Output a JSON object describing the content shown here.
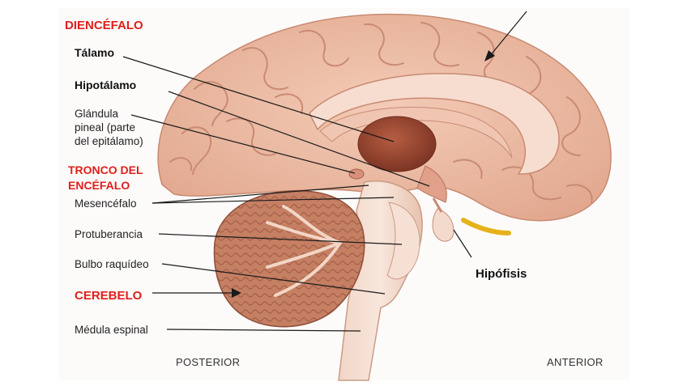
{
  "labels": {
    "diencefalo": "DIENCÉFALO",
    "talamo": "Tálamo",
    "hipotalamo": "Hipotálamo",
    "glandula_pineal": [
      "Glándula",
      "pineal (parte",
      "del epitálamo)"
    ],
    "tronco": [
      "TRONCO DEL",
      "ENCÉFALO"
    ],
    "mesencefalo": "Mesencéfalo",
    "protuberancia": "Protuberancia",
    "bulbo": "Bulbo raquídeo",
    "cerebelo": "CEREBELO",
    "medula": "Médula espinal",
    "hipofisis": "Hipófisis",
    "posterior": "POSTERIOR",
    "anterior": "ANTERIOR"
  },
  "colors": {
    "category_text": "#e0201b",
    "label_text": "#111111",
    "cortex": "#eab9a2",
    "cortex_shadow": "#c98a72",
    "thalamus": "#9a4a34",
    "cerebellum": "#b7735a",
    "callosum": "#f7ddd0",
    "fornix_yellow": "#e6b21a",
    "leader_line": "#1a1a1a"
  },
  "icons": {
    "pointer": "arrow-icon"
  }
}
